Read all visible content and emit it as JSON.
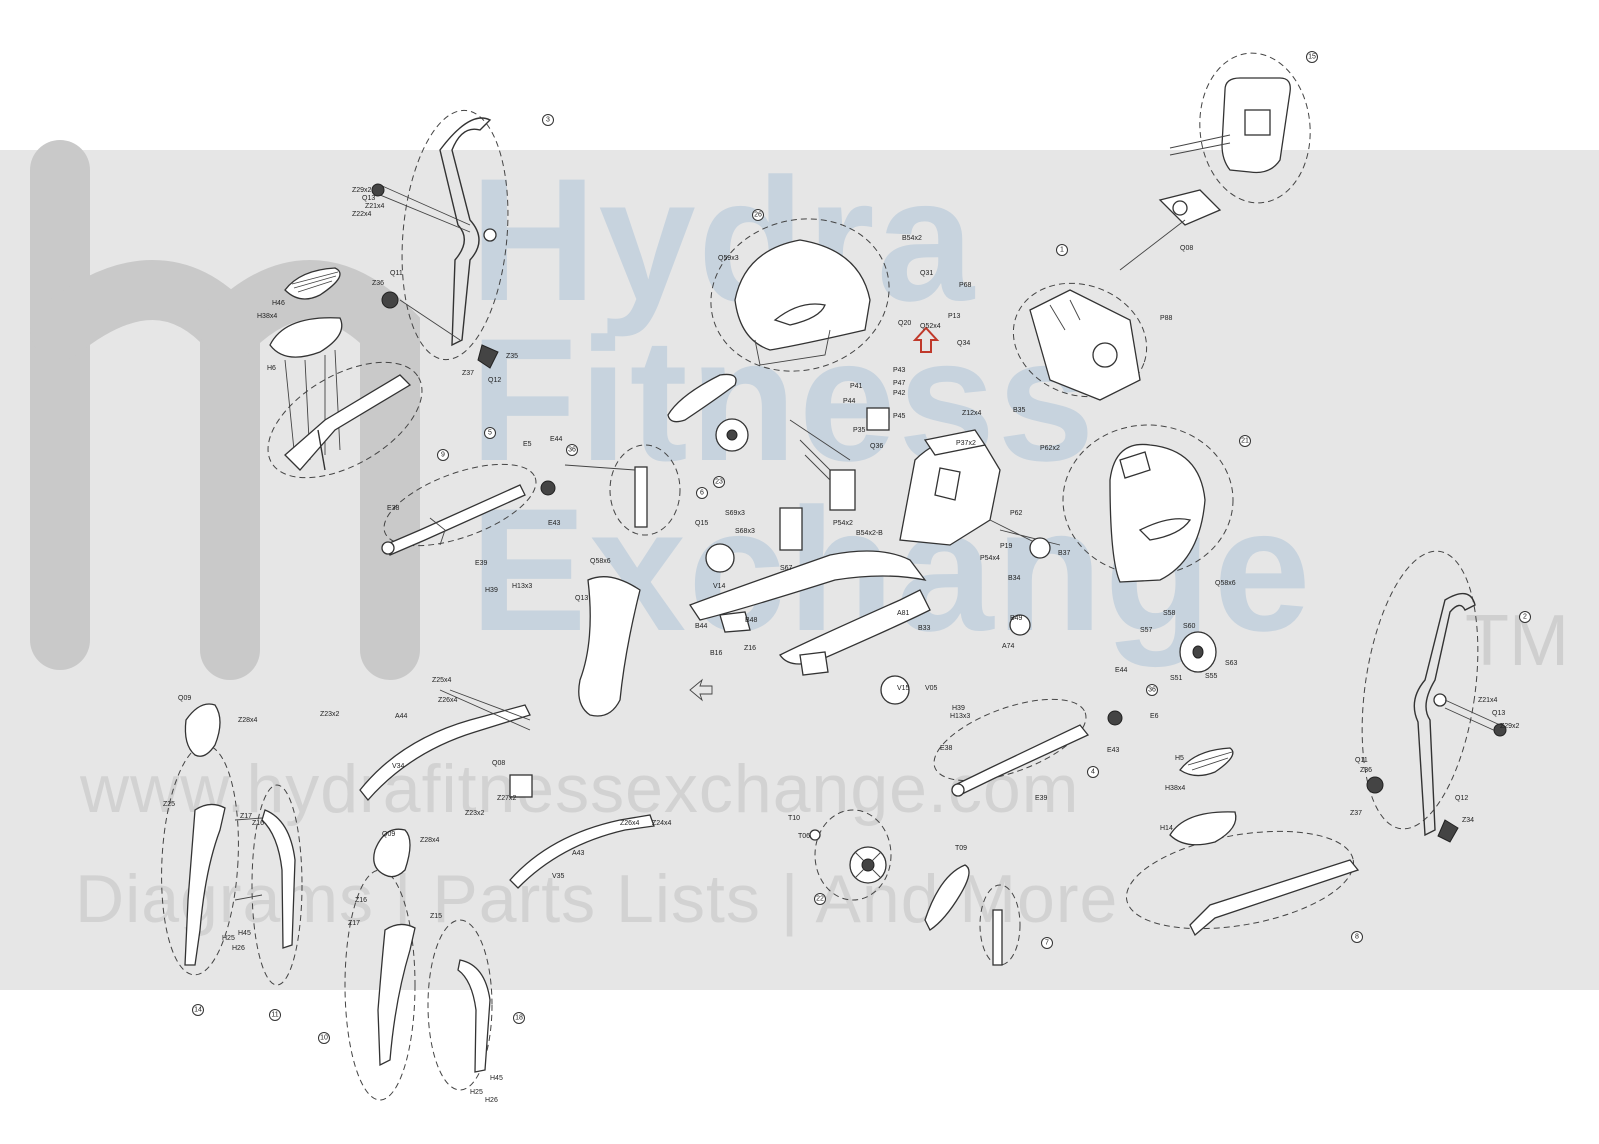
{
  "watermark": {
    "title_lines": [
      "Hydra",
      "Fitness",
      "Exchange"
    ],
    "trademark": "TM",
    "url": "www.hydrafitnessexchange.com",
    "tagline": "Diagrams | Parts Lists | And More"
  },
  "callouts": [
    {
      "id": "c3",
      "text": "3"
    },
    {
      "id": "c15",
      "text": "15"
    },
    {
      "id": "c26",
      "text": "26"
    },
    {
      "id": "c1",
      "text": "1"
    },
    {
      "id": "c9",
      "text": "9"
    },
    {
      "id": "c5",
      "text": "5"
    },
    {
      "id": "c36a",
      "text": "36"
    },
    {
      "id": "c6",
      "text": "6"
    },
    {
      "id": "c23",
      "text": "23"
    },
    {
      "id": "c21",
      "text": "21"
    },
    {
      "id": "c2",
      "text": "2"
    },
    {
      "id": "c4",
      "text": "4"
    },
    {
      "id": "c36b",
      "text": "36"
    },
    {
      "id": "c8",
      "text": "8"
    },
    {
      "id": "c7",
      "text": "7"
    },
    {
      "id": "c22",
      "text": "22"
    },
    {
      "id": "c14",
      "text": "14"
    },
    {
      "id": "c11",
      "text": "11"
    },
    {
      "id": "c10",
      "text": "10"
    },
    {
      "id": "c18",
      "text": "18"
    }
  ],
  "labels": [
    {
      "id": "l1",
      "text": "Z29x2"
    },
    {
      "id": "l2",
      "text": "Q13"
    },
    {
      "id": "l3",
      "text": "Z21x4"
    },
    {
      "id": "l4",
      "text": "Z22x4"
    },
    {
      "id": "l5",
      "text": "H46"
    },
    {
      "id": "l6",
      "text": "H38x4"
    },
    {
      "id": "l7",
      "text": "Z36"
    },
    {
      "id": "l8",
      "text": "Q11"
    },
    {
      "id": "l9",
      "text": "H6"
    },
    {
      "id": "l10",
      "text": "Z37"
    },
    {
      "id": "l11",
      "text": "Q12"
    },
    {
      "id": "l12",
      "text": "Z35"
    },
    {
      "id": "l13",
      "text": "Q59x3"
    },
    {
      "id": "l14",
      "text": "B54x2"
    },
    {
      "id": "l15",
      "text": "Q31"
    },
    {
      "id": "l16",
      "text": "P68"
    },
    {
      "id": "l17",
      "text": "Q20"
    },
    {
      "id": "l18",
      "text": "Q52x4"
    },
    {
      "id": "l19",
      "text": "P13"
    },
    {
      "id": "l20",
      "text": "Q34"
    },
    {
      "id": "l21",
      "text": "P43"
    },
    {
      "id": "l22",
      "text": "P41"
    },
    {
      "id": "l23",
      "text": "P47"
    },
    {
      "id": "l24",
      "text": "P44"
    },
    {
      "id": "l25",
      "text": "P42"
    },
    {
      "id": "l26",
      "text": "P35"
    },
    {
      "id": "l27",
      "text": "P45"
    },
    {
      "id": "l28",
      "text": "Q36"
    },
    {
      "id": "l29",
      "text": "E5"
    },
    {
      "id": "l30",
      "text": "E44"
    },
    {
      "id": "l31",
      "text": "E43"
    },
    {
      "id": "l32",
      "text": "E38"
    },
    {
      "id": "l33",
      "text": "E39"
    },
    {
      "id": "l34",
      "text": "H39"
    },
    {
      "id": "l35",
      "text": "H13x3"
    },
    {
      "id": "l36",
      "text": "Q15"
    },
    {
      "id": "l37",
      "text": "S69x3"
    },
    {
      "id": "l38",
      "text": "S68x3"
    },
    {
      "id": "l39",
      "text": "S67"
    },
    {
      "id": "l40",
      "text": "V14"
    },
    {
      "id": "l41",
      "text": "Q58x6"
    },
    {
      "id": "l42",
      "text": "Q13"
    },
    {
      "id": "l43",
      "text": "B44"
    },
    {
      "id": "l44",
      "text": "B48"
    },
    {
      "id": "l45",
      "text": "B16"
    },
    {
      "id": "l46",
      "text": "Z16"
    },
    {
      "id": "l47",
      "text": "P54x2"
    },
    {
      "id": "l48",
      "text": "B54x2-B"
    },
    {
      "id": "l49",
      "text": "P19"
    },
    {
      "id": "l50",
      "text": "P54x4"
    },
    {
      "id": "l51",
      "text": "B34"
    },
    {
      "id": "l52",
      "text": "B37"
    },
    {
      "id": "l53",
      "text": "B33"
    },
    {
      "id": "l54",
      "text": "A81"
    },
    {
      "id": "l55",
      "text": "A74"
    },
    {
      "id": "l56",
      "text": "B49"
    },
    {
      "id": "l57",
      "text": "S57"
    },
    {
      "id": "l58",
      "text": "S58"
    },
    {
      "id": "l59",
      "text": "S60"
    },
    {
      "id": "l60",
      "text": "S51"
    },
    {
      "id": "l61",
      "text": "S55"
    },
    {
      "id": "l62",
      "text": "S63"
    },
    {
      "id": "l63",
      "text": "Q58x6"
    },
    {
      "id": "l64",
      "text": "Z12x4"
    },
    {
      "id": "l65",
      "text": "B35"
    },
    {
      "id": "l66",
      "text": "P37x2"
    },
    {
      "id": "l67",
      "text": "P62x2"
    },
    {
      "id": "l68",
      "text": "P62"
    },
    {
      "id": "l69",
      "text": "Q08"
    },
    {
      "id": "l70",
      "text": "P88"
    },
    {
      "id": "l71",
      "text": "Z21x4"
    },
    {
      "id": "l72",
      "text": "Q13"
    },
    {
      "id": "l73",
      "text": "Z29x2"
    },
    {
      "id": "l74",
      "text": "Q11"
    },
    {
      "id": "l75",
      "text": "Z36"
    },
    {
      "id": "l76",
      "text": "Z37"
    },
    {
      "id": "l77",
      "text": "Q12"
    },
    {
      "id": "l78",
      "text": "Z34"
    },
    {
      "id": "l79",
      "text": "H5"
    },
    {
      "id": "l80",
      "text": "H38x4"
    },
    {
      "id": "l81",
      "text": "H14"
    },
    {
      "id": "l82",
      "text": "E44"
    },
    {
      "id": "l83",
      "text": "E43"
    },
    {
      "id": "l84",
      "text": "E6"
    },
    {
      "id": "l85",
      "text": "E39"
    },
    {
      "id": "l86",
      "text": "E38"
    },
    {
      "id": "l87",
      "text": "H13x3"
    },
    {
      "id": "l88",
      "text": "H39"
    },
    {
      "id": "l89",
      "text": "V15"
    },
    {
      "id": "l90",
      "text": "Q09"
    },
    {
      "id": "l91",
      "text": "Z28x4"
    },
    {
      "id": "l92",
      "text": "Z25"
    },
    {
      "id": "l93",
      "text": "Z17"
    },
    {
      "id": "l94",
      "text": "Z16"
    },
    {
      "id": "l95",
      "text": "H45"
    },
    {
      "id": "l96",
      "text": "H25"
    },
    {
      "id": "l97",
      "text": "H26"
    },
    {
      "id": "l98",
      "text": "Z25x4"
    },
    {
      "id": "l99",
      "text": "Z26x4"
    },
    {
      "id": "l100",
      "text": "Z23x2"
    },
    {
      "id": "l101",
      "text": "A44"
    },
    {
      "id": "l102",
      "text": "V34"
    },
    {
      "id": "l103",
      "text": "Q09"
    },
    {
      "id": "l104",
      "text": "Z28x4"
    },
    {
      "id": "l105",
      "text": "Q08"
    },
    {
      "id": "l106",
      "text": "Z27x2"
    },
    {
      "id": "l107",
      "text": "Z23x2"
    },
    {
      "id": "l108",
      "text": "Z26x4"
    },
    {
      "id": "l109",
      "text": "Z24x4"
    },
    {
      "id": "l110",
      "text": "A43"
    },
    {
      "id": "l111",
      "text": "V35"
    },
    {
      "id": "l112",
      "text": "Z16"
    },
    {
      "id": "l113",
      "text": "Z17"
    },
    {
      "id": "l114",
      "text": "Z15"
    },
    {
      "id": "l115",
      "text": "H45"
    },
    {
      "id": "l116",
      "text": "H25"
    },
    {
      "id": "l117",
      "text": "H26"
    },
    {
      "id": "l118",
      "text": "T10"
    },
    {
      "id": "l119",
      "text": "T06"
    },
    {
      "id": "l120",
      "text": "T09"
    },
    {
      "id": "l121",
      "text": "V05"
    }
  ],
  "arrow_accent": "#c0392b"
}
